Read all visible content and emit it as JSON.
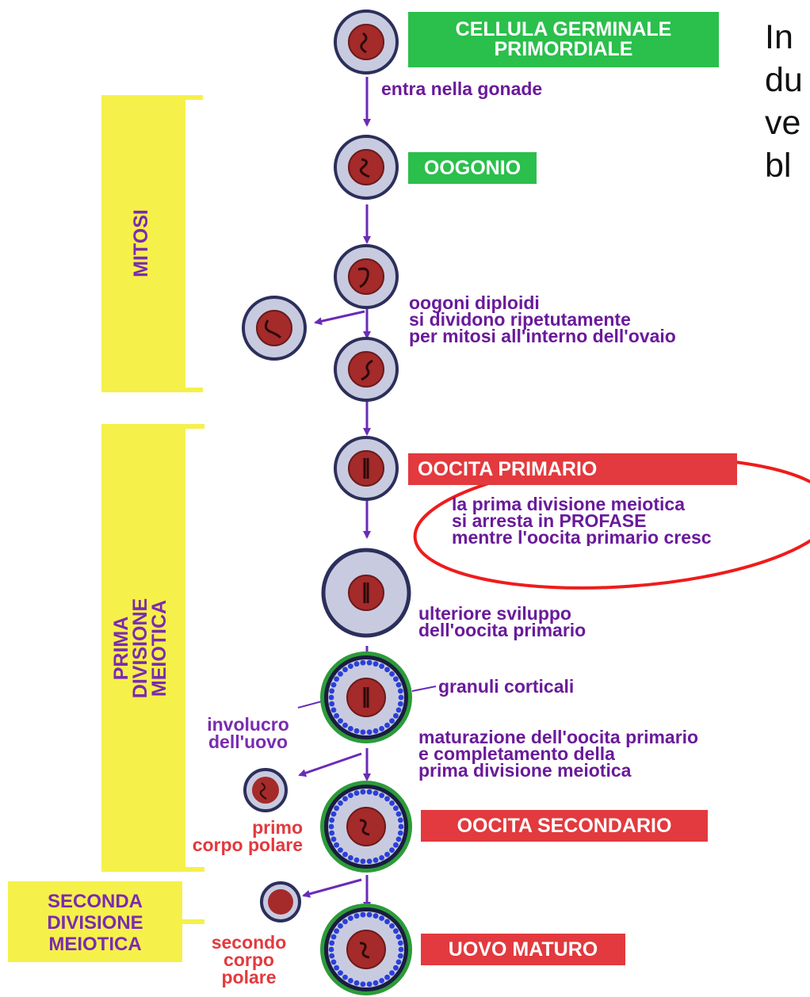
{
  "stages": {
    "primordial": "CELLULA GERMINALE\nPRIMORDIALE",
    "oogonio": "OOGONIO",
    "oocita_primario": "OOCITA PRIMARIO",
    "oocita_secondario": "OOCITA SECONDARIO",
    "uovo_maturo": "UOVO MATURO"
  },
  "descriptions": {
    "entra": "entra nella gonade",
    "mitosi_desc": "oogoni diploidi\nsi dividono ripetutamente\nper mitosi all'interno dell'ovaio",
    "profase": "la prima divisione meiotica\nsi arresta in PROFASE\nmentre l'oocita primario cresc",
    "sviluppo": "ulteriore sviluppo\ndell'oocita primario",
    "granuli": "granuli corticali",
    "maturazione": "maturazione dell'oocita primario\ne completamento della\nprima divisione meiotica",
    "involucro": "involucro\ndell'uovo",
    "primo_corpo": "primo\ncorpo polare",
    "secondo_corpo": "secondo\ncorpo\npolare"
  },
  "side_labels": {
    "mitosi": "MITOSI",
    "prima": "PRIMA\nDIVISIONE\nMEIOTICA",
    "seconda": "SECONDA\nDIVISIONE\nMEIOTICA"
  },
  "side_text": "In\ndu\nve\nbl",
  "colors": {
    "green_label": "#2bbf4c",
    "red_label": "#e23a3e",
    "arrow": "#6a2bb8",
    "bracket": "#f6f04a",
    "cell_outer": "#c8cbe0",
    "cell_ring": "#2c2f5a",
    "nucleus": "#a52a2a",
    "zona": "#2d9b3a",
    "granules": "#2b3fd8",
    "highlight_ellipse": "#ee1c1c"
  }
}
